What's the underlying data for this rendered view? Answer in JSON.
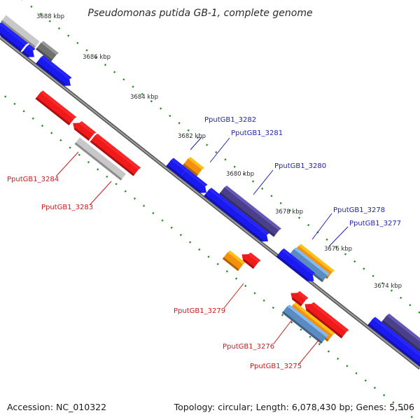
{
  "title": "Pseudomonas putida GB-1, complete genome",
  "footer": {
    "accession": "Accession: NC_010322",
    "topology": "Topology: circular; Length: 6,078,430 bp; Genes: 5,506"
  },
  "colors": {
    "backbone": "#8a8a8a",
    "tick": "#1e8a1e",
    "label_forward": "#1f1fb4",
    "label_reverse": "#cc1a1a",
    "cds_blue": "#1a1af0",
    "cds_red": "#f01a1a",
    "cds_orange": "#f5900f",
    "cds_steel": "#5b8bc0",
    "cds_purple": "#4a3f8a",
    "cds_lightgray": "#c8c8c8",
    "cds_darkgray": "#707070"
  },
  "scale_labels": [
    "3688 kbp",
    "3686 kbp",
    "3684 kbp",
    "3682 kbp",
    "3680 kbp",
    "3678 kbp",
    "3676 kbp",
    "3674 kbp"
  ],
  "gene_labels": {
    "forward": [
      "PputGB1_3282",
      "PputGB1_3281",
      "PputGB1_3280",
      "PputGB1_3278",
      "PputGB1_3277"
    ],
    "reverse": [
      "PputGB1_3284",
      "PputGB1_3283",
      "PputGB1_3279",
      "PputGB1_3276",
      "PputGB1_3275"
    ]
  }
}
